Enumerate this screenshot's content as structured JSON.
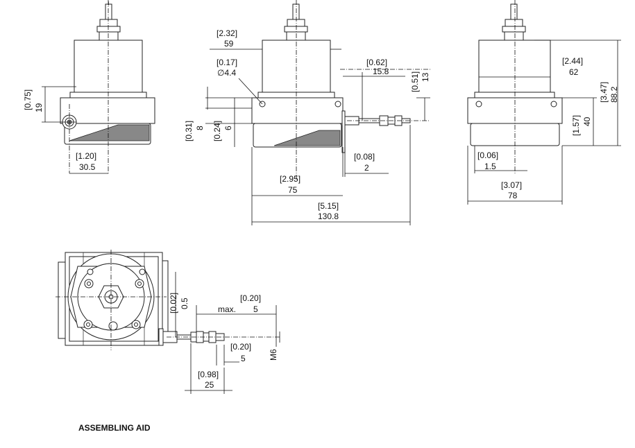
{
  "caption": "ASSEMBLING AID",
  "view_left": {
    "height_in": "[0.75]",
    "height_mm": "19",
    "offset_in": "[1.20]",
    "offset_mm": "30.5"
  },
  "view_front": {
    "top_in": "[2.32]",
    "top_mm": "59",
    "hole_in": "[0.17]",
    "hole_mm": "∅4.4",
    "rod_in": "[0.62]",
    "rod_mm": "15.8",
    "rodh_in": "[0.51]",
    "rodh_mm": "13",
    "base_in": "[0.31]",
    "base_mm": "8",
    "plate_in": "[0.24]",
    "plate_mm": "6",
    "gap_in": "[0.08]",
    "gap_mm": "2",
    "width_in": "[2.95]",
    "width_mm": "75",
    "total_in": "[5.15]",
    "total_mm": "130.8"
  },
  "view_right": {
    "inner_in": "[2.44]",
    "inner_mm": "62",
    "height_in": "[3.47]",
    "height_mm": "88.2",
    "base_in": "[1.57]",
    "base_mm": "40",
    "off_in": "[0.06]",
    "off_mm": "1.5",
    "width_in": "[3.07]",
    "width_mm": "78"
  },
  "view_top": {
    "axis_in": "[0.02]",
    "axis_mm": "0.5",
    "max_label": "max.",
    "maxlen_in": "[0.20]",
    "maxlen_mm": "5",
    "nut_in": "[0.20]",
    "nut_mm": "5",
    "thread": "M6",
    "length_in": "[0.98]",
    "length_mm": "25"
  }
}
